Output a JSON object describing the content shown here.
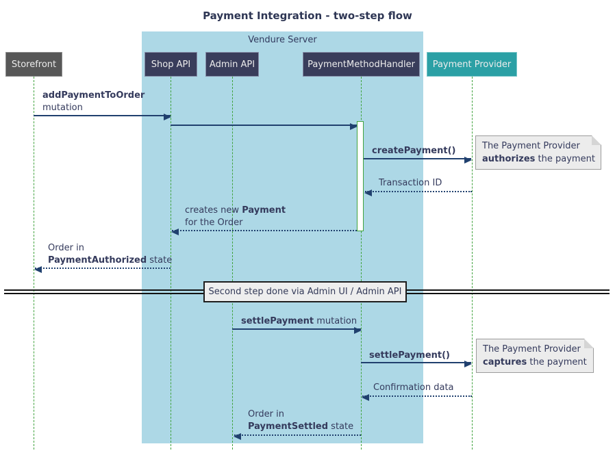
{
  "title": "Payment Integration - two-step flow",
  "server_box": {
    "label": "Vendure Server"
  },
  "participants": [
    {
      "label": "Storefront"
    },
    {
      "label": "Shop API"
    },
    {
      "label": "Admin API"
    },
    {
      "label": "PaymentMethodHandler"
    },
    {
      "label": "Payment Provider"
    }
  ],
  "messages": {
    "add_payment": {
      "bold": "addPaymentToOrder",
      "line2": "mutation"
    },
    "create_payment": {
      "bold": "createPayment()"
    },
    "transaction_id": {
      "plain": "Transaction ID"
    },
    "creates_new": {
      "pre": "creates new ",
      "bold": "Payment",
      "line2": "for the Order"
    },
    "order_authorized": {
      "line1": "Order in",
      "bold": "PaymentAuthorized",
      "post": " state"
    },
    "settle_payment_mut": {
      "bold": "settlePayment",
      "post": " mutation"
    },
    "settle_payment_call": {
      "bold": "settlePayment()"
    },
    "confirmation": {
      "plain": "Confirmation data"
    },
    "order_settled": {
      "line1": "Order in",
      "bold": "PaymentSettled",
      "post": " state"
    }
  },
  "notes": {
    "authorize": {
      "line1": "The Payment Provider",
      "bold": "authorizes",
      "post": " the payment"
    },
    "capture": {
      "line1": "The Payment Provider",
      "bold": "captures",
      "post": " the payment"
    }
  },
  "divider": {
    "label": "Second step done via Admin UI / Admin API"
  },
  "colors": {
    "server_fill": "#ADD8E6",
    "participant_fill": "#393D5B",
    "external_fill": "#575757",
    "provider_fill": "#2BA0A5",
    "arrow": "#20406E",
    "lifeline_green": "#3FA23C",
    "note_fill": "#ECECEC"
  }
}
